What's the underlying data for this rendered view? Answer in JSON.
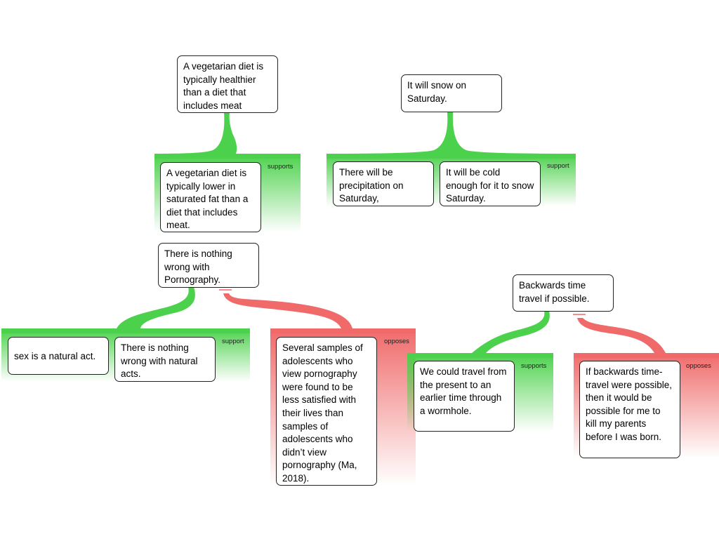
{
  "colors": {
    "support": "#4cd14c",
    "oppose": "#f06a6a",
    "border": "#222222",
    "background": "#ffffff"
  },
  "claims": [
    {
      "text": "A vegetarian diet is typically healthier than a diet that includes meat",
      "groups": [
        {
          "type": "support",
          "label": "supports",
          "reasons": [
            "A vegetarian diet is typically lower in saturated fat than a diet that includes meat."
          ]
        }
      ]
    },
    {
      "text": "It will snow on Saturday.",
      "groups": [
        {
          "type": "support",
          "label": "support",
          "reasons": [
            "There will be precipitation on Saturday,",
            "It will be cold enough for it to snow Saturday."
          ]
        }
      ]
    },
    {
      "text": "There is nothing wrong with Pornography.",
      "groups": [
        {
          "type": "support",
          "label": "support",
          "reasons": [
            "sex is a natural act.",
            "There is nothing wrong with natural acts."
          ]
        },
        {
          "type": "oppose",
          "label": "opposes",
          "reasons": [
            "Several samples of adolescents who view pornography were found to be less satisfied with their lives than samples of adolescents who didn’t view pornography (Ma, 2018)."
          ]
        }
      ]
    },
    {
      "text": "Backwards time travel if possible.",
      "groups": [
        {
          "type": "support",
          "label": "supports",
          "reasons": [
            "We could travel from the present to an earlier time through a wormhole."
          ]
        },
        {
          "type": "oppose",
          "label": "opposes",
          "reasons": [
            "If backwards time-travel were possible, then it would be possible for me to kill my parents before I was born."
          ]
        }
      ]
    }
  ]
}
